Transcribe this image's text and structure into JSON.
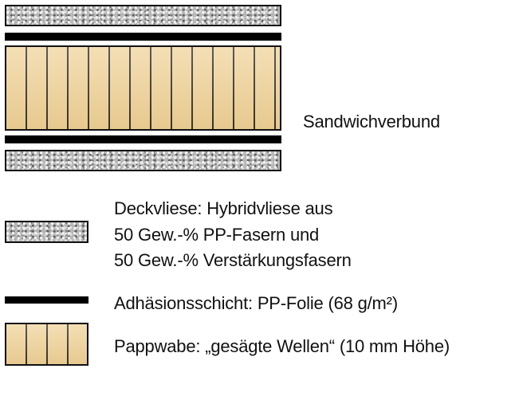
{
  "sandwich": {
    "label": "Sandwichverbund"
  },
  "legend": {
    "deckvliese_lines": [
      "Deckvliese: Hybridvliese aus",
      "50 Gew.-% PP-Fasern und",
      "50 Gew.-% Verstärkungsfasern"
    ],
    "adhaesion": "Adhäsionsschicht: PP-Folie (68 g/m²)",
    "pappwabe": "Pappwabe: „gesägte Wellen“ (10 mm Höhe)"
  },
  "colors": {
    "fleece": "#b8b8b8",
    "film": "#000000",
    "honeycomb": "#f0d49c",
    "outline": "#111111"
  }
}
